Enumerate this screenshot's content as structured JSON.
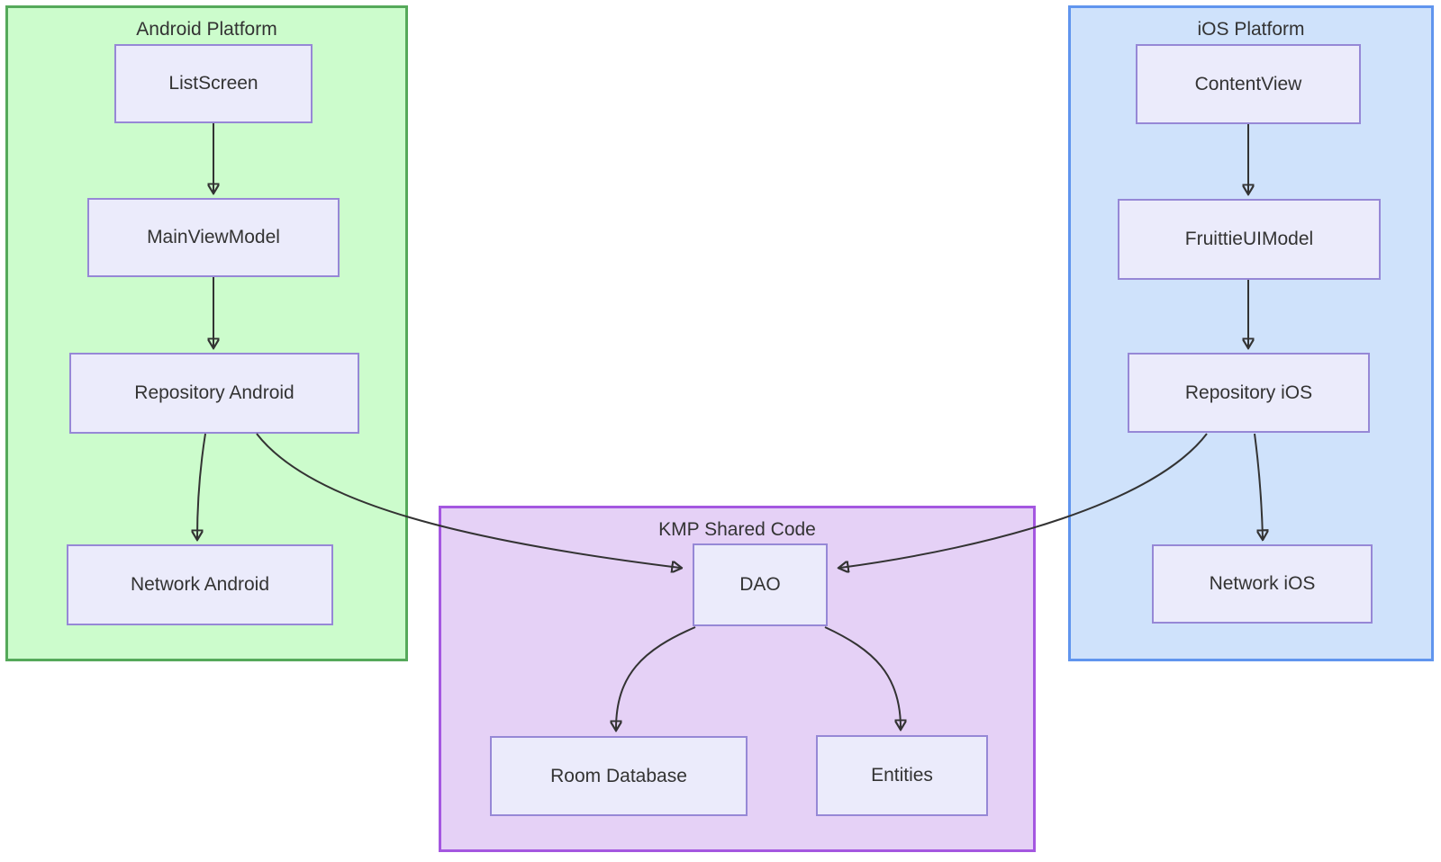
{
  "diagram": {
    "type": "flowchart",
    "groups": {
      "android": {
        "title": "Android Platform"
      },
      "ios": {
        "title": "iOS Platform"
      },
      "kmp": {
        "title": "KMP Shared Code"
      }
    },
    "nodes": {
      "listscreen": {
        "label": "ListScreen",
        "group": "android"
      },
      "mainviewmodel": {
        "label": "MainViewModel",
        "group": "android"
      },
      "repository_android": {
        "label": "Repository Android",
        "group": "android"
      },
      "network_android": {
        "label": "Network Android",
        "group": "android"
      },
      "contentview": {
        "label": "ContentView",
        "group": "ios"
      },
      "fruittieuimodel": {
        "label": "FruittieUIModel",
        "group": "ios"
      },
      "repository_ios": {
        "label": "Repository iOS",
        "group": "ios"
      },
      "network_ios": {
        "label": "Network iOS",
        "group": "ios"
      },
      "dao": {
        "label": "DAO",
        "group": "kmp"
      },
      "room_database": {
        "label": "Room Database",
        "group": "kmp"
      },
      "entities": {
        "label": "Entities",
        "group": "kmp"
      }
    },
    "edges": [
      {
        "from": "listscreen",
        "to": "mainviewmodel"
      },
      {
        "from": "mainviewmodel",
        "to": "repository_android"
      },
      {
        "from": "repository_android",
        "to": "network_android"
      },
      {
        "from": "repository_android",
        "to": "dao"
      },
      {
        "from": "contentview",
        "to": "fruittieuimodel"
      },
      {
        "from": "fruittieuimodel",
        "to": "repository_ios"
      },
      {
        "from": "repository_ios",
        "to": "network_ios"
      },
      {
        "from": "repository_ios",
        "to": "dao"
      },
      {
        "from": "dao",
        "to": "room_database"
      },
      {
        "from": "dao",
        "to": "entities"
      }
    ],
    "colors": {
      "bg": "#ffffff",
      "android_fill": "#ccfccc",
      "android_border": "#55a95a",
      "ios_fill": "#cfe2fb",
      "ios_border": "#6095ee",
      "kmp_fill": "#e5d1f6",
      "kmp_border": "#a457e0",
      "node_fill": "#ebebfb",
      "node_border": "#9688d6",
      "edge": "#333333",
      "text": "#333333"
    }
  }
}
